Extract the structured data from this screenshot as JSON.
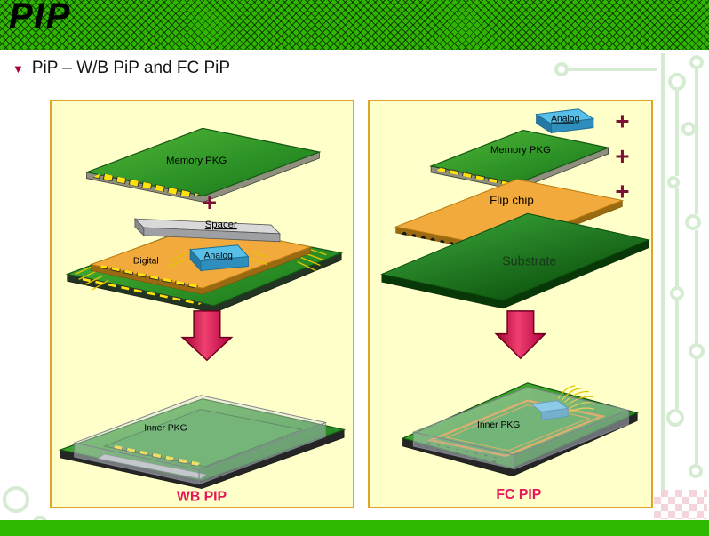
{
  "banner": {
    "title": "PIP"
  },
  "heading": {
    "bullet": "▼",
    "text": "PiP – W/B PiP and FC PiP"
  },
  "panels": {
    "wb": {
      "memory_pkg_label": "Memory PKG",
      "plus": "+",
      "spacer_label": "Spacer",
      "digital_label": "Digital",
      "analog_label": "Analog",
      "inner_pkg_label": "Inner PKG",
      "caption": "WB PIP"
    },
    "fc": {
      "analog_label": "Analog",
      "plus_top": "+",
      "memory_pkg_label": "Memory PKG",
      "plus_mid": "+",
      "flip_chip_label": "Flip chip",
      "plus_bottom": "+",
      "substrate_label": "Substrate",
      "inner_pkg_label": "Inner PKG",
      "caption": "FC PIP"
    }
  },
  "colors": {
    "banner_green": "#2FB600",
    "bottom_bar_green": "#2EB800",
    "panel_bg": "#FFFFC9",
    "panel_border": "#DFA428",
    "caption_red": "#E8155A",
    "plus_maroon": "#7D1035",
    "arrow_magenta": "#E0306A",
    "board_green": "#2E9427",
    "board_orange": "#F3AA3C",
    "chip_blue": "#57BFE8",
    "pad_yellow": "#FFE208",
    "circuit_decor_green": "#D5ECD2"
  }
}
